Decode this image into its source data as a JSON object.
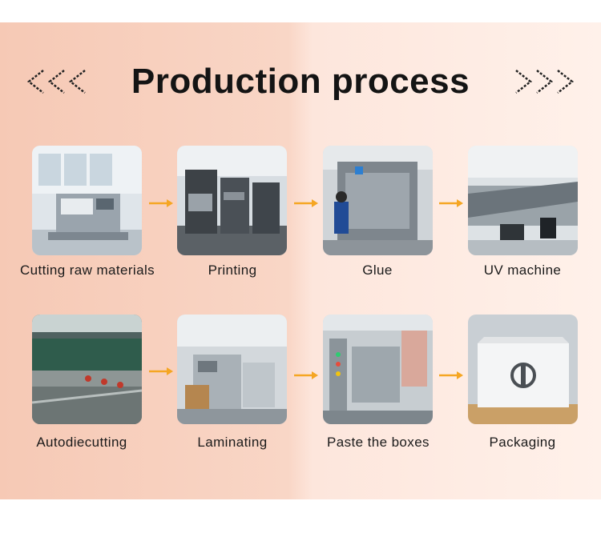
{
  "title": "Production process",
  "accent_color": "#f5a623",
  "steps": [
    {
      "label": "Cutting raw materials"
    },
    {
      "label": "Printing"
    },
    {
      "label": "Glue"
    },
    {
      "label": "UV machine"
    },
    {
      "label": "Autodiecutting"
    },
    {
      "label": "Laminating"
    },
    {
      "label": "Paste the boxes"
    },
    {
      "label": "Packaging"
    }
  ]
}
